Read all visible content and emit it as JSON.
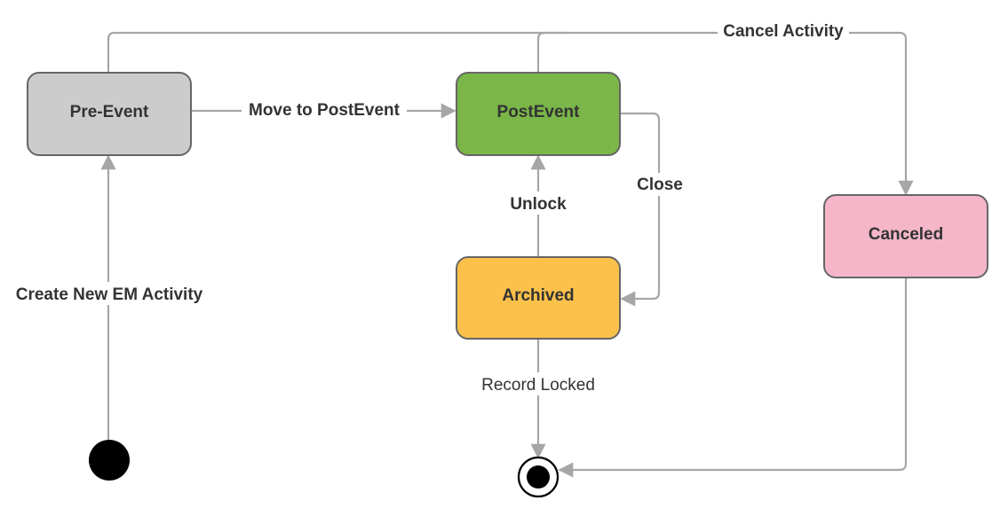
{
  "states": {
    "pre_event": {
      "label": "Pre-Event",
      "color": "#cccccc"
    },
    "post_event": {
      "label": "PostEvent",
      "color": "#7ab648"
    },
    "archived": {
      "label": "Archived",
      "color": "#fbc14a"
    },
    "canceled": {
      "label": "Canceled",
      "color": "#f4b6c8"
    }
  },
  "transitions": {
    "create": "Create New EM Activity",
    "move_to_post": "Move to PostEvent",
    "cancel": "Cancel Activity",
    "close": "Close",
    "unlock": "Unlock",
    "record_locked": "Record Locked"
  },
  "colors": {
    "edge": "#a6a6a6",
    "node_border": "#666666",
    "text": "#333333"
  }
}
